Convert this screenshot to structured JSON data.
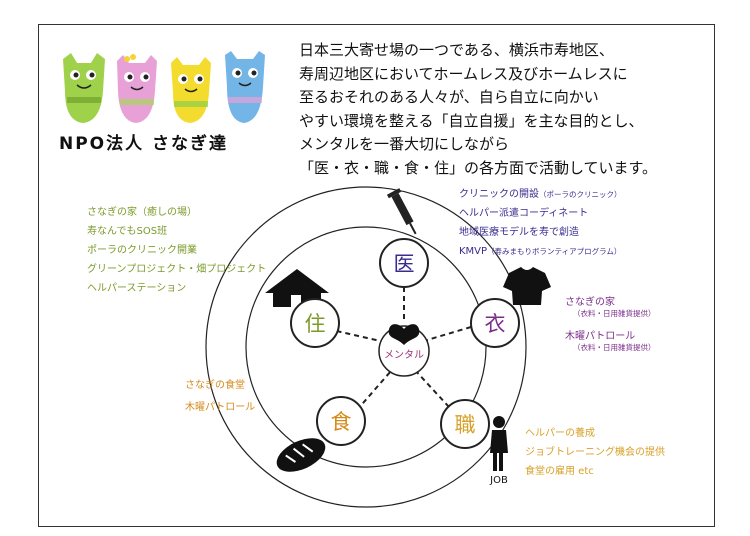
{
  "intro_lines": [
    "日本三大寄せ場の一つである、横浜市寿地区、",
    "寿周辺地区においてホームレス及びホームレスに",
    "至るおそれのある人々が、自ら自立に向かい",
    "やすい環境を整える「自立自援」を主な目的とし、",
    "メンタルを一番大切にしながら",
    "「医・衣・職・食・住」の各方面で活動しています。"
  ],
  "org_name": "NPO法人 さなぎ達",
  "nodes": {
    "medical": "医",
    "clothing": "衣",
    "work": "職",
    "food": "食",
    "housing": "住",
    "mental": "メンタル"
  },
  "job_label": "JOB",
  "medical_items": [
    {
      "text": "クリニックの開設",
      "note": "（ポーラのクリニック）"
    },
    {
      "text": "ヘルパー派遣コーディネート",
      "note": ""
    },
    {
      "text": "地域医療モデルを寿で創造",
      "note": ""
    },
    {
      "text": "KMVP",
      "note": "（寿みまもりボランティアプログラム）"
    }
  ],
  "housing_items": [
    "さなぎの家（癒しの場）",
    "寿なんでもSOS班",
    "ポーラのクリニック開業",
    "グリーンプロジェクト・畑プロジェクト",
    "ヘルパーステーション"
  ],
  "clothing_items": [
    {
      "text": "さなぎの家",
      "note": "（衣料・日用雑貨提供）"
    },
    {
      "text": "木曜パトロール",
      "note": "（衣料・日用雑貨提供）"
    }
  ],
  "food_items": [
    "さなぎの食堂",
    "木曜パトロール"
  ],
  "work_items": [
    "ヘルパーの養成",
    "ジョブトレーニング機会の提供",
    "食堂の雇用 etc"
  ],
  "colors": {
    "medical": "#3a2d8f",
    "housing": "#7b9a2a",
    "clothing": "#7b2d8a",
    "food": "#d48a1a",
    "work": "#d8a028",
    "mental": "#a0307a"
  }
}
